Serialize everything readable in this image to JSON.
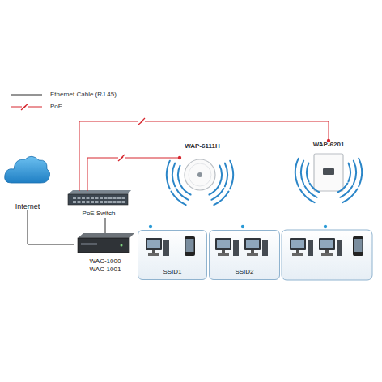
{
  "diagram": {
    "nodes": [
      {
        "text": [
          "Internet"
        ]
      },
      {
        "text": [
          "WAP-6111H"
        ]
      },
      {
        "text": [
          "WAP-6201"
        ]
      },
      {
        "text": [
          "PoE Switch"
        ]
      },
      {
        "text": [
          "WAC-1000",
          "WAC-1001"
        ]
      },
      {
        "text": [
          "SSID1"
        ]
      },
      {
        "text": [
          "SSID2"
        ]
      }
    ],
    "edges": [
      {
        "from": 0,
        "to": 4,
        "arrow": "none"
      },
      {
        "from": 4,
        "to": 3,
        "arrow": "none"
      },
      {
        "from": 3,
        "to": 1,
        "arrow": "none"
      },
      {
        "from": 3,
        "to": 2,
        "arrow": "none"
      }
    ],
    "legend": [
      {
        "text": "Ethernet Cable (RJ 45)"
      },
      {
        "text": "PoE"
      }
    ]
  }
}
